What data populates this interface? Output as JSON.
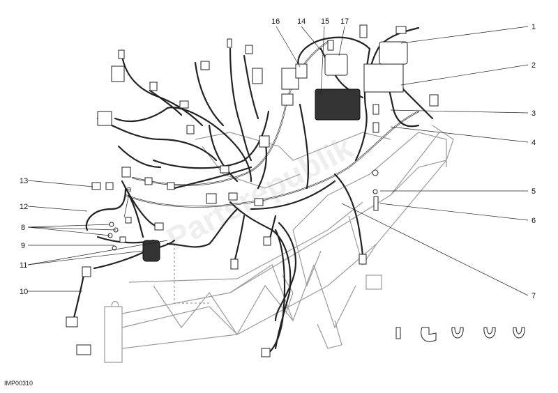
{
  "callouts": [
    {
      "label": "1"
    },
    {
      "label": "2"
    },
    {
      "label": "3"
    },
    {
      "label": "4"
    },
    {
      "label": "5"
    },
    {
      "label": "6"
    },
    {
      "label": "7"
    },
    {
      "label": "8"
    },
    {
      "label": "9"
    },
    {
      "label": "9"
    },
    {
      "label": "10"
    },
    {
      "label": "11"
    },
    {
      "label": "12"
    },
    {
      "label": "13"
    },
    {
      "label": "14"
    },
    {
      "label": "15"
    },
    {
      "label": "16"
    },
    {
      "label": "17"
    }
  ],
  "drawing_code": "IMP00310",
  "watermark": "Partsrepublik"
}
